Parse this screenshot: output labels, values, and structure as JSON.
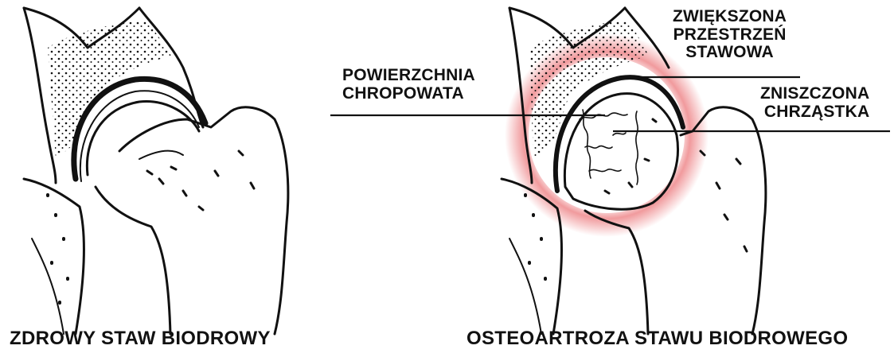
{
  "colors": {
    "ink": "#111111",
    "highlight": "#e5484d",
    "background": "#ffffff"
  },
  "left_panel": {
    "caption": "ZDROWY STAW BIODROWY"
  },
  "right_panel": {
    "caption": "OSTEOARTROZA STAWU BIODROWEGO",
    "labels": {
      "rough_surface": [
        "POWIERZCHNIA",
        "CHROPOWATA"
      ],
      "increased_space": [
        "ZWIĘKSZONA",
        "PRZESTRZEŃ",
        "STAWOWA"
      ],
      "damaged_cartilage": [
        "ZNISZCZONA",
        "CHRZĄSTKA"
      ]
    }
  }
}
